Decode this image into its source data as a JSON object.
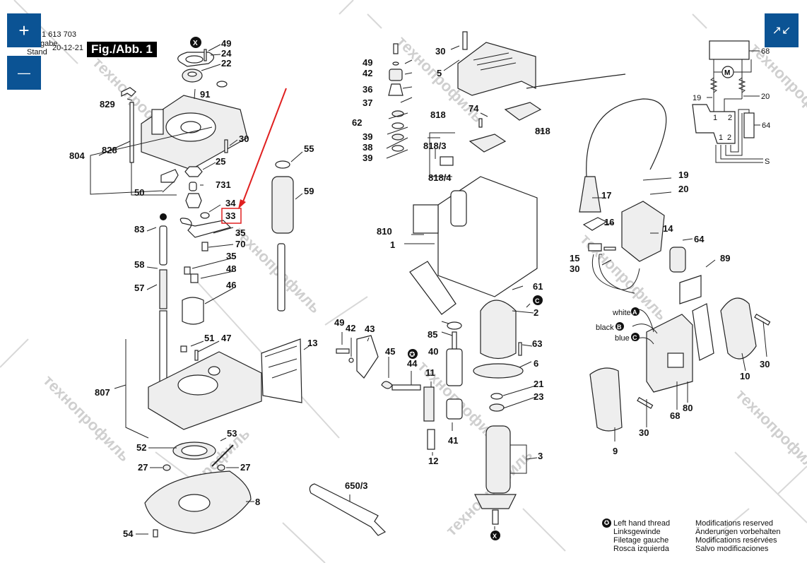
{
  "header": {
    "part_number": "1 613 703",
    "edition_label": "Ausgabe",
    "stand_label": "Stand",
    "date": "20-12-21",
    "figure_title": "Fig./Abb. 1"
  },
  "controls": {
    "zoom_in": "+",
    "zoom_out": "—",
    "fit": "↗↙"
  },
  "highlight": {
    "part": "33",
    "color": "#e02020"
  },
  "accent_color": "#0b5394",
  "watermark": "технопрофиль",
  "parts": {
    "top_left": [
      "49",
      "24",
      "22",
      "91",
      "829",
      "828",
      "804",
      "30",
      "25",
      "731",
      "50",
      "34",
      "33",
      "35",
      "70",
      "35",
      "48",
      "46",
      "83",
      "58",
      "57",
      "55",
      "59"
    ],
    "base": [
      "51",
      "47",
      "13",
      "807",
      "52",
      "53",
      "27",
      "27",
      "8",
      "54"
    ],
    "center": [
      "30",
      "5",
      "49",
      "42",
      "36",
      "37",
      "62",
      "39",
      "38",
      "39",
      "818",
      "74",
      "818/3",
      "818/4",
      "818",
      "810",
      "1",
      "61",
      "2",
      "85",
      "40",
      "49",
      "42",
      "43",
      "45",
      "44",
      "11",
      "41",
      "12",
      "63",
      "6",
      "21",
      "23",
      "3",
      "650/3"
    ],
    "right": [
      "17",
      "19",
      "20",
      "16",
      "14",
      "64",
      "15",
      "30",
      "89",
      "10",
      "30",
      "68",
      "80",
      "30",
      "9"
    ]
  },
  "wires": [
    {
      "marker": "A",
      "color": "white"
    },
    {
      "marker": "B",
      "color": "black"
    },
    {
      "marker": "C",
      "color": "blue"
    }
  ],
  "markers": {
    "x": "X",
    "c": "C",
    "star": "✪"
  },
  "schematic": {
    "labels": [
      "68",
      "19",
      "20",
      "64"
    ],
    "motor": "M",
    "terminals_top": [
      "1",
      "2"
    ],
    "terminals_bottom": [
      "1",
      "2"
    ],
    "wire_symbol": "S"
  },
  "legend_left": {
    "title": "Left hand thread",
    "lines": [
      "Linksgewinde",
      "Filetage gauche",
      "Rosca izquierda"
    ]
  },
  "legend_right": {
    "lines": [
      "Modifications reserved",
      "Änderungen vorbehalten",
      "Modifications resérvées",
      "Salvo modificaciones"
    ]
  }
}
